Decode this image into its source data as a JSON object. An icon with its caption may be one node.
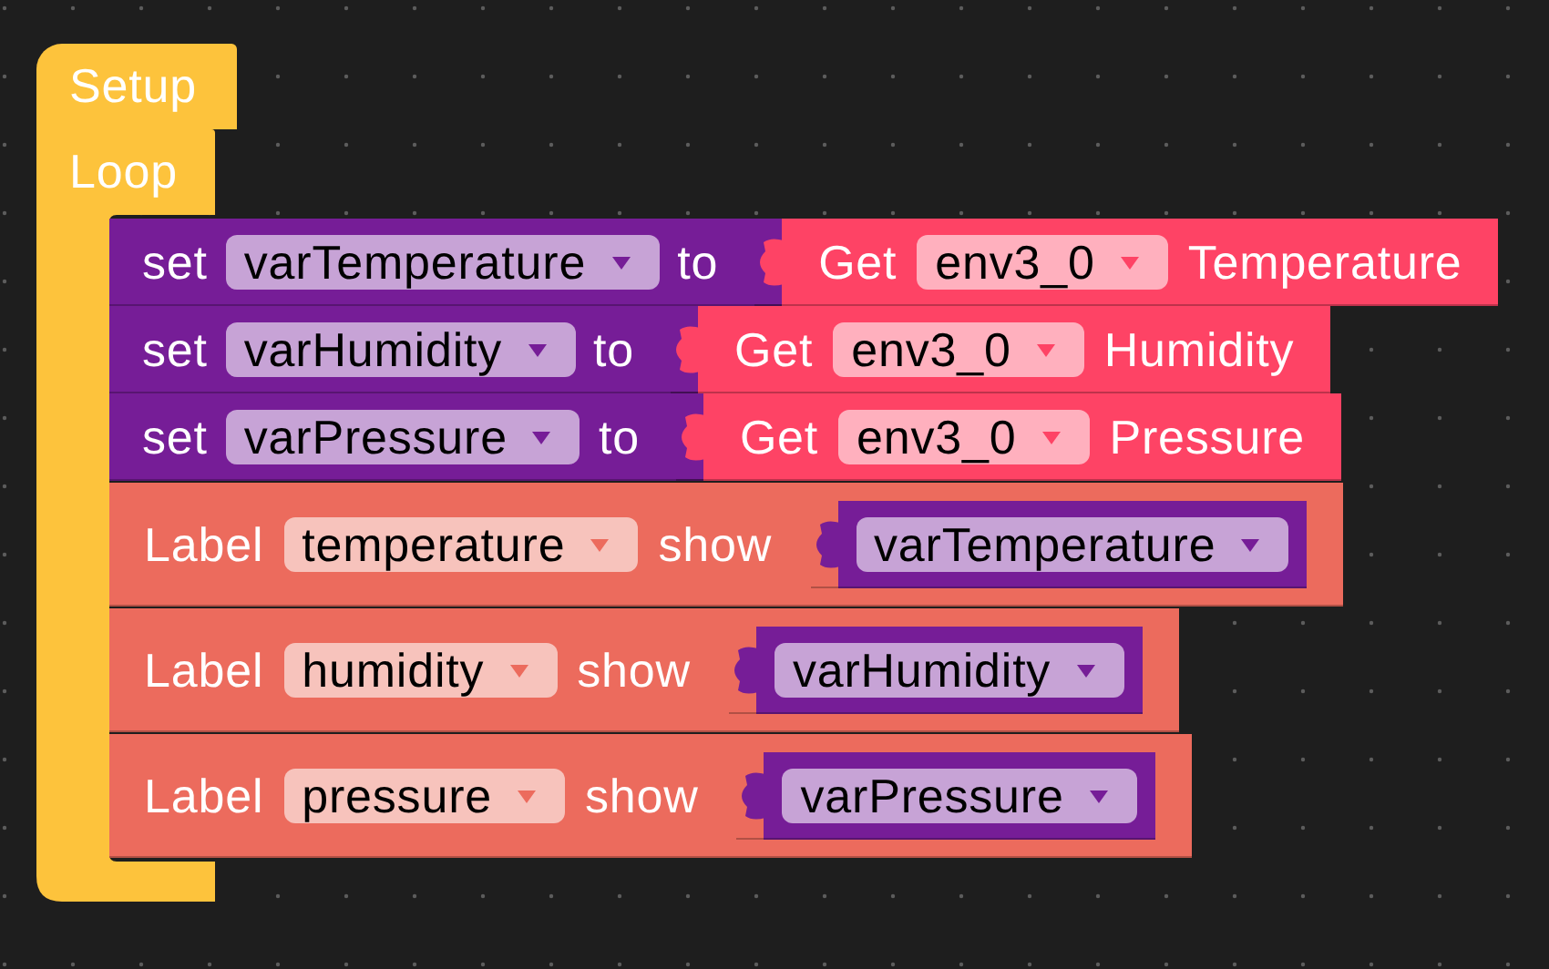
{
  "diagram": {
    "nodes": [
      {
        "text": [
          "Setup"
        ]
      },
      {
        "text": [
          "Loop"
        ]
      },
      {
        "text": [
          "set",
          "to"
        ]
      },
      {
        "text": [
          "varTemperature"
        ],
        "in": 2
      },
      {
        "text": [
          "Get",
          "Temperature"
        ],
        "in": 2
      },
      {
        "text": [
          "env3_0"
        ],
        "in": 4
      },
      {
        "text": [
          "set",
          "to"
        ]
      },
      {
        "text": [
          "varHumidity"
        ],
        "in": 6
      },
      {
        "text": [
          "Get",
          "Humidity"
        ],
        "in": 6
      },
      {
        "text": [
          "env3_0"
        ],
        "in": 8
      },
      {
        "text": [
          "set",
          "to"
        ]
      },
      {
        "text": [
          "varPressure"
        ],
        "in": 10
      },
      {
        "text": [
          "Get",
          "Pressure"
        ],
        "in": 10
      },
      {
        "text": [
          "env3_0"
        ],
        "in": 12
      },
      {
        "text": [
          "Label",
          "show"
        ]
      },
      {
        "text": [
          "temperature"
        ],
        "in": 14
      },
      {
        "text": [],
        "shape": "box",
        "in": 14
      },
      {
        "text": [
          "varTemperature"
        ],
        "in": 16
      },
      {
        "text": [
          "Label",
          "show"
        ]
      },
      {
        "text": [
          "humidity"
        ],
        "in": 18
      },
      {
        "text": [],
        "shape": "box",
        "in": 18
      },
      {
        "text": [
          "varHumidity"
        ],
        "in": 20
      },
      {
        "text": [
          "Label",
          "show"
        ]
      },
      {
        "text": [
          "pressure"
        ],
        "in": 22
      },
      {
        "text": [],
        "shape": "box",
        "in": 22
      },
      {
        "text": [
          "varPressure"
        ],
        "in": 24
      }
    ]
  }
}
